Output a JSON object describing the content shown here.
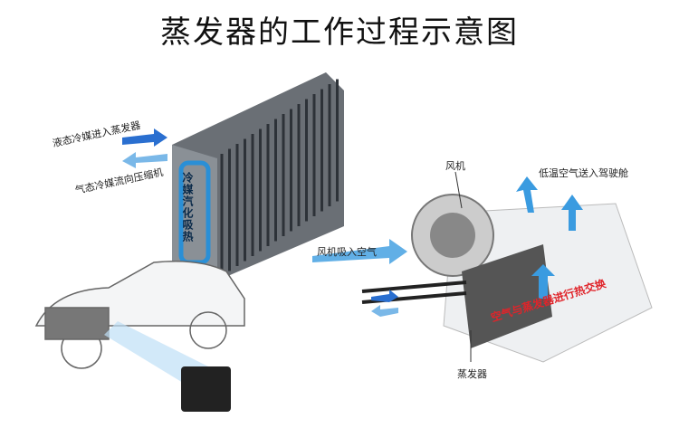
{
  "title": "蒸发器的工作过程示意图",
  "labels": {
    "liquid_in": "液态冷媒进入蒸发器",
    "gas_out": "气态冷媒流向压缩机",
    "vaporize": "冷媒汽化吸热",
    "fan": "风机",
    "cold_air": "低温空气送入驾驶舱",
    "fan_intake": "风机吸入空气",
    "heat_exchange": "空气与蒸发器进行热交换",
    "evaporator": "蒸发器"
  },
  "colors": {
    "arrow_blue": "#2a8fd6",
    "accent_red": "#e0242a"
  }
}
